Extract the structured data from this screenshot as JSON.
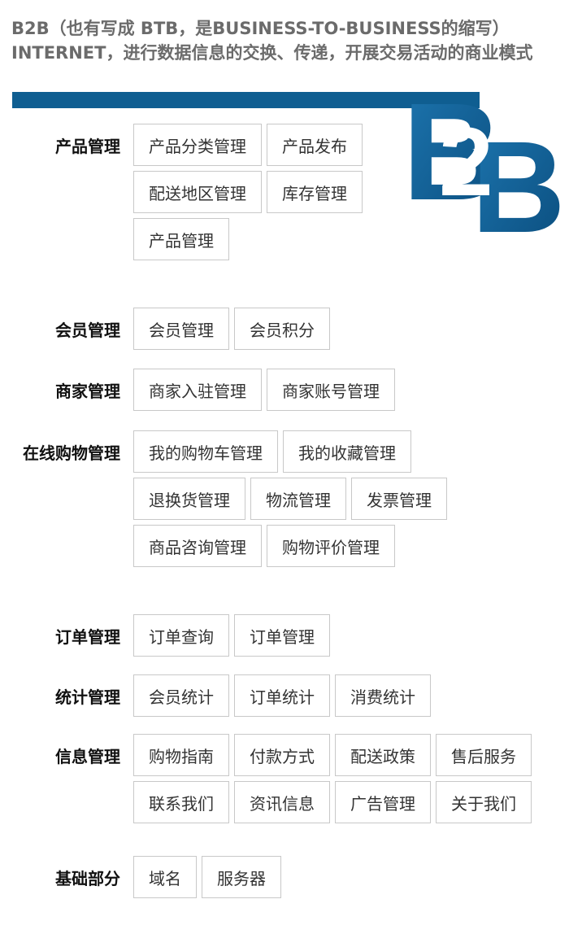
{
  "header": {
    "line1": "B2B（也有写成 BTB，是BUSINESS-TO-BUSINESS的缩写）",
    "line2": "INTERNET，进行数据信息的交换、传递，开展交易活动的商业模式"
  },
  "logo": {
    "b1": "B",
    "two": "2",
    "b2": "B"
  },
  "colors": {
    "bar": "#0f5e91",
    "border": "#c8c8c8",
    "text": "#333333"
  },
  "sections": [
    {
      "title": "产品管理",
      "items": [
        "产品分类管理",
        "产品发布",
        "配送地区管理",
        "库存管理",
        "产品管理"
      ]
    },
    {
      "title": "会员管理",
      "items": [
        "会员管理",
        "会员积分"
      ]
    },
    {
      "title": "商家管理",
      "items": [
        "商家入驻管理",
        "商家账号管理"
      ]
    },
    {
      "title": "在线购物管理",
      "items": [
        "我的购物车管理",
        "我的收藏管理",
        "退换货管理",
        "物流管理",
        "发票管理",
        "商品咨询管理",
        "购物评价管理"
      ]
    },
    {
      "title": "订单管理",
      "items": [
        "订单查询",
        "订单管理"
      ]
    },
    {
      "title": "统计管理",
      "items": [
        "会员统计",
        "订单统计",
        "消费统计"
      ]
    },
    {
      "title": "信息管理",
      "items": [
        "购物指南",
        "付款方式",
        "配送政策",
        "售后服务",
        "联系我们",
        "资讯信息",
        "广告管理",
        "关于我们"
      ]
    },
    {
      "title": "基础部分",
      "items": [
        "域名",
        "服务器"
      ]
    }
  ]
}
